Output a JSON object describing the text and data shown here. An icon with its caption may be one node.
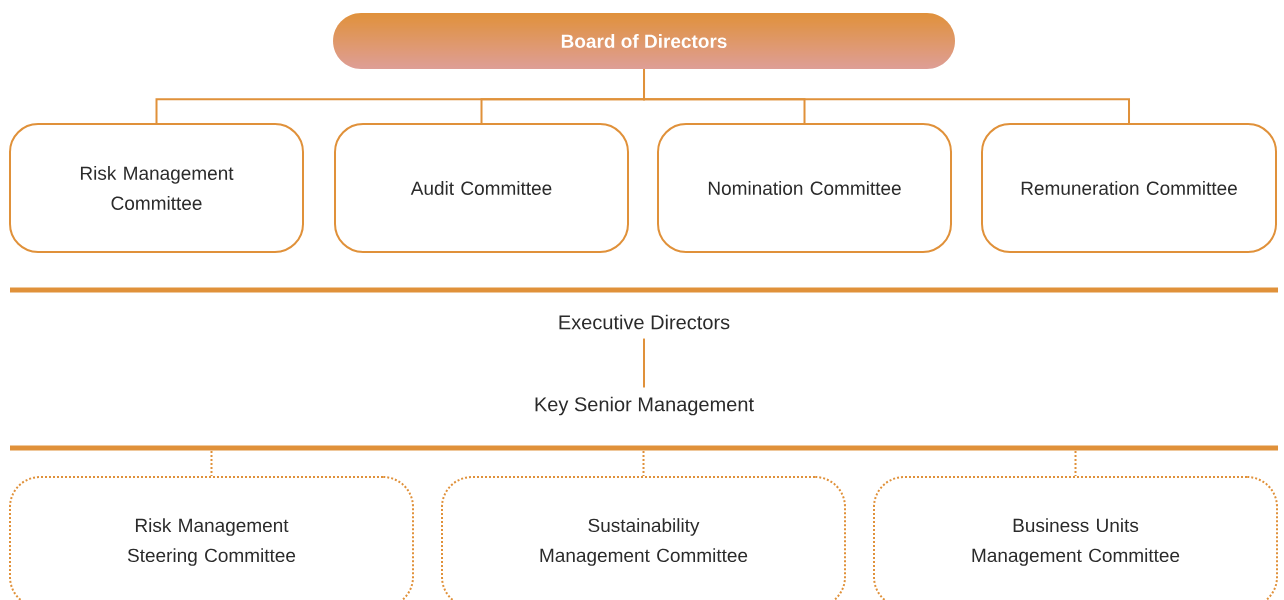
{
  "diagram": {
    "nodes": [
      {
        "text": [
          "Board of Directors"
        ]
      },
      {
        "text": [
          "Risk Management Committee"
        ]
      },
      {
        "text": [
          "Audit Committee"
        ]
      },
      {
        "text": [
          "Nomination Committee"
        ]
      },
      {
        "text": [
          "Remuneration Committee"
        ]
      },
      {
        "text": [
          "Executive Directors"
        ]
      },
      {
        "text": [
          "Key Senior Management"
        ]
      },
      {
        "text": [
          "Risk Management Steering Committee"
        ]
      },
      {
        "text": [
          "Sustainability Management Committee"
        ]
      },
      {
        "text": [
          "Business Units Management Committee"
        ]
      }
    ],
    "edges": [
      {
        "from": 0,
        "to": 1,
        "arrow": "none"
      },
      {
        "from": 0,
        "to": 2,
        "arrow": "none"
      },
      {
        "from": 0,
        "to": 3,
        "arrow": "none"
      },
      {
        "from": 0,
        "to": 4,
        "arrow": "none"
      },
      {
        "from": 5,
        "to": 6,
        "arrow": "none"
      },
      {
        "from": null,
        "to": 7,
        "arrow": "none",
        "style": "dashed"
      },
      {
        "from": null,
        "to": 8,
        "arrow": "none",
        "style": "dashed"
      },
      {
        "from": null,
        "to": 9,
        "arrow": "none",
        "style": "dashed"
      }
    ]
  }
}
